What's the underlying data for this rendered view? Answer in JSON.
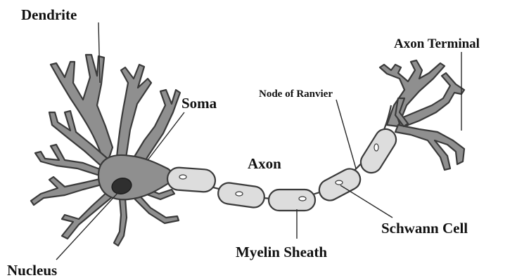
{
  "labels": {
    "dendrite": "Dendrite",
    "soma": "Soma",
    "nucleus": "Nucleus",
    "axon": "Axon",
    "myelin_sheath": "Myelin Sheath",
    "node_of_ranvier": "Node of Ranvier",
    "schwann_cell": "Schwann Cell",
    "axon_terminal": "Axon Terminal"
  },
  "colors": {
    "cell_body": "#8f8f8f",
    "nucleus": "#2f2f2f",
    "myelin": "#dddddd",
    "outline": "#3a3a3a",
    "text": "#111111",
    "background": "#ffffff"
  }
}
